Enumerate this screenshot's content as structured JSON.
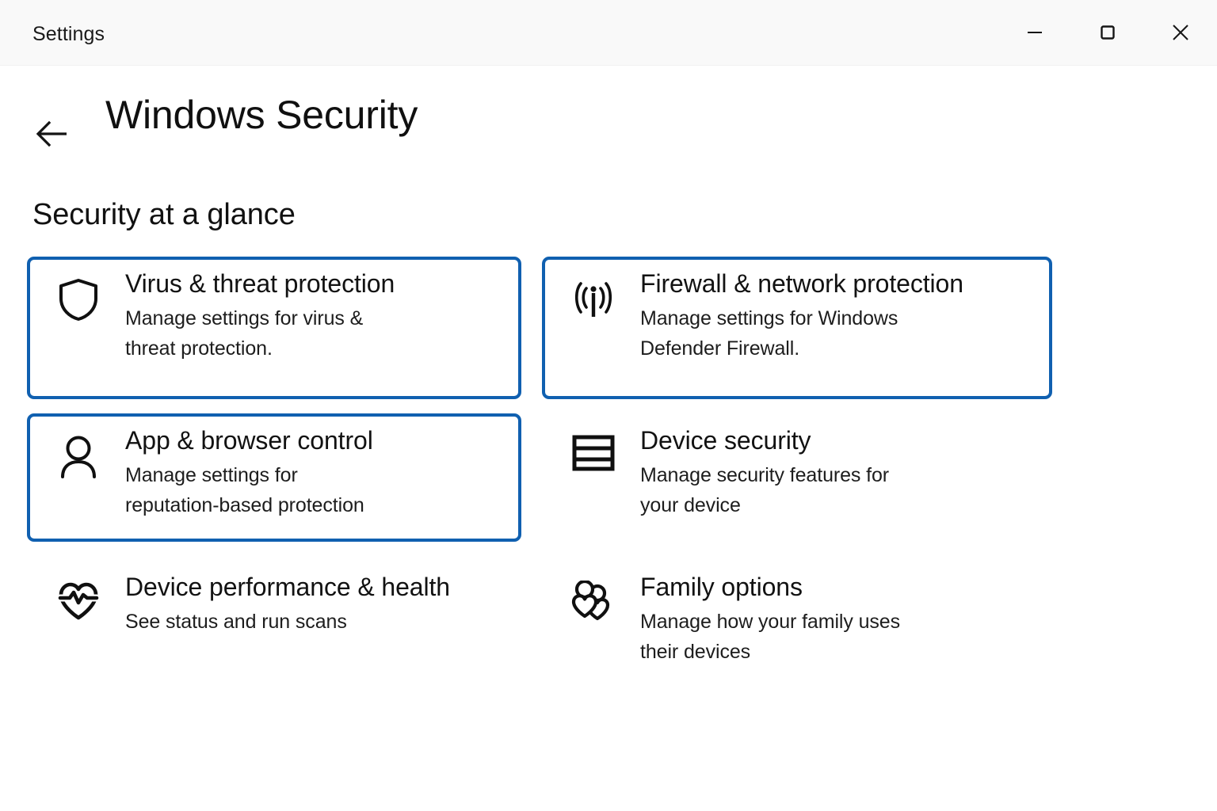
{
  "window": {
    "title": "Settings",
    "controls": [
      {
        "name": "minimize",
        "label": "Minimize"
      },
      {
        "name": "maximize",
        "label": "Maximize"
      },
      {
        "name": "close",
        "label": "Close"
      }
    ]
  },
  "header": {
    "back_label": "Back",
    "title": "Windows Security"
  },
  "section": {
    "heading": "Security at a glance"
  },
  "colors": {
    "accent_border": "#1060b0",
    "titlebar_bg": "#f9f9f9",
    "page_bg": "#ffffff",
    "text_primary": "#121212",
    "text_secondary": "#1d1d1d"
  },
  "tiles": [
    {
      "id": "virus-threat-protection",
      "icon": "shield-icon",
      "title": "Virus & threat protection",
      "description": "Manage settings for virus &\nthreat protection.",
      "highlighted": true
    },
    {
      "id": "firewall-network-protection",
      "icon": "broadcast-signal-icon",
      "title": "Firewall & network protection",
      "description": "Manage settings for Windows\nDefender Firewall.",
      "highlighted": true
    },
    {
      "id": "app-browser-control",
      "icon": "person-icon",
      "title": "App & browser control",
      "description": "Manage settings for\nreputation-based  protection",
      "highlighted": true
    },
    {
      "id": "device-security",
      "icon": "device-chip-icon",
      "title": "Device security",
      "description": "Manage security features  for\nyour device",
      "highlighted": false
    },
    {
      "id": "device-performance-health",
      "icon": "heart-pulse-icon",
      "title": "Device performance & health",
      "description": "See status and run scans",
      "highlighted": false
    },
    {
      "id": "family-options",
      "icon": "family-people-icon",
      "title": "Family options",
      "description": "Manage how your family uses\ntheir devices",
      "highlighted": false
    }
  ]
}
